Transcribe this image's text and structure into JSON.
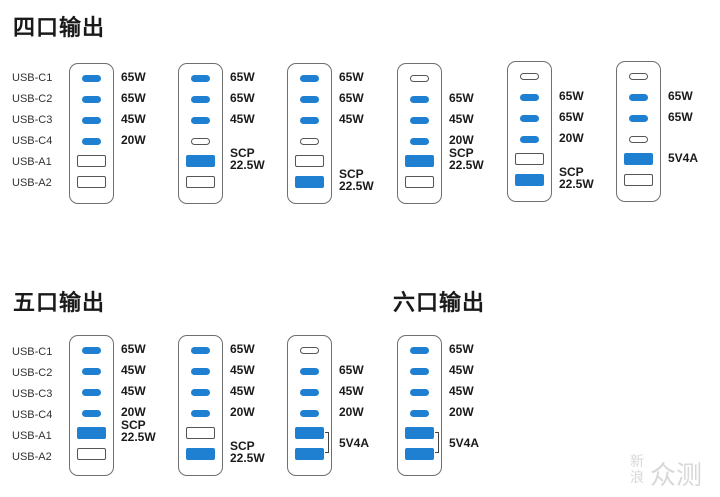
{
  "sections": {
    "four": "四口输出",
    "five": "五口输出",
    "six": "六口输出"
  },
  "port_labels": [
    "USB-C1",
    "USB-C2",
    "USB-C3",
    "USB-C4",
    "USB-A1",
    "USB-A2"
  ],
  "diagrams": {
    "four_1": {
      "ports": [
        {
          "type": "c",
          "active": true,
          "output": "65W"
        },
        {
          "type": "c",
          "active": true,
          "output": "65W"
        },
        {
          "type": "c",
          "active": true,
          "output": "45W"
        },
        {
          "type": "c",
          "active": true,
          "output": "20W"
        },
        {
          "type": "a",
          "active": false
        },
        {
          "type": "a",
          "active": false
        }
      ]
    },
    "four_2": {
      "ports": [
        {
          "type": "c",
          "active": true,
          "output": "65W"
        },
        {
          "type": "c",
          "active": true,
          "output": "65W"
        },
        {
          "type": "c",
          "active": true,
          "output": "45W"
        },
        {
          "type": "c",
          "active": false
        },
        {
          "type": "a",
          "active": true,
          "output": "SCP 22.5W"
        },
        {
          "type": "a",
          "active": false
        }
      ]
    },
    "four_3": {
      "ports": [
        {
          "type": "c",
          "active": true,
          "output": "65W"
        },
        {
          "type": "c",
          "active": true,
          "output": "65W"
        },
        {
          "type": "c",
          "active": true,
          "output": "45W"
        },
        {
          "type": "c",
          "active": false
        },
        {
          "type": "a",
          "active": false
        },
        {
          "type": "a",
          "active": true,
          "output": "SCP 22.5W"
        }
      ]
    },
    "four_4": {
      "ports": [
        {
          "type": "c",
          "active": false
        },
        {
          "type": "c",
          "active": true,
          "output": "65W"
        },
        {
          "type": "c",
          "active": true,
          "output": "45W"
        },
        {
          "type": "c",
          "active": true,
          "output": "20W"
        },
        {
          "type": "a",
          "active": true,
          "output": "SCP 22.5W"
        },
        {
          "type": "a",
          "active": false
        }
      ]
    },
    "four_5": {
      "ports": [
        {
          "type": "c",
          "active": false
        },
        {
          "type": "c",
          "active": true,
          "output": "65W"
        },
        {
          "type": "c",
          "active": true,
          "output": "65W"
        },
        {
          "type": "c",
          "active": true,
          "output": "20W"
        },
        {
          "type": "a",
          "active": false
        },
        {
          "type": "a",
          "active": true,
          "output": "SCP 22.5W"
        }
      ]
    },
    "four_6": {
      "ports": [
        {
          "type": "c",
          "active": false
        },
        {
          "type": "c",
          "active": true,
          "output": "65W"
        },
        {
          "type": "c",
          "active": true,
          "output": "65W"
        },
        {
          "type": "c",
          "active": false
        },
        {
          "type": "a",
          "active": true,
          "output": "5V4A"
        },
        {
          "type": "a",
          "active": false
        }
      ]
    },
    "five_1": {
      "ports": [
        {
          "type": "c",
          "active": true,
          "output": "65W"
        },
        {
          "type": "c",
          "active": true,
          "output": "45W"
        },
        {
          "type": "c",
          "active": true,
          "output": "45W"
        },
        {
          "type": "c",
          "active": true,
          "output": "20W"
        },
        {
          "type": "a",
          "active": true,
          "output": "SCP 22.5W"
        },
        {
          "type": "a",
          "active": false
        }
      ]
    },
    "five_2": {
      "ports": [
        {
          "type": "c",
          "active": true,
          "output": "65W"
        },
        {
          "type": "c",
          "active": true,
          "output": "45W"
        },
        {
          "type": "c",
          "active": true,
          "output": "45W"
        },
        {
          "type": "c",
          "active": true,
          "output": "20W"
        },
        {
          "type": "a",
          "active": false
        },
        {
          "type": "a",
          "active": true,
          "output": "SCP 22.5W"
        }
      ]
    },
    "five_3": {
      "ports": [
        {
          "type": "c",
          "active": false
        },
        {
          "type": "c",
          "active": true,
          "output": "65W"
        },
        {
          "type": "c",
          "active": true,
          "output": "45W"
        },
        {
          "type": "c",
          "active": true,
          "output": "20W"
        },
        {
          "type": "a",
          "active": true
        },
        {
          "type": "a",
          "active": true
        }
      ],
      "shared_output": "5V4A"
    },
    "six_1": {
      "ports": [
        {
          "type": "c",
          "active": true,
          "output": "65W"
        },
        {
          "type": "c",
          "active": true,
          "output": "45W"
        },
        {
          "type": "c",
          "active": true,
          "output": "45W"
        },
        {
          "type": "c",
          "active": true,
          "output": "20W"
        },
        {
          "type": "a",
          "active": true
        },
        {
          "type": "a",
          "active": true
        }
      ],
      "shared_output": "5V4A"
    }
  },
  "colors": {
    "active_port": "#1f7fd1",
    "outline": "#555555"
  },
  "watermark": {
    "glyphs": "新浪",
    "text": "众测"
  }
}
